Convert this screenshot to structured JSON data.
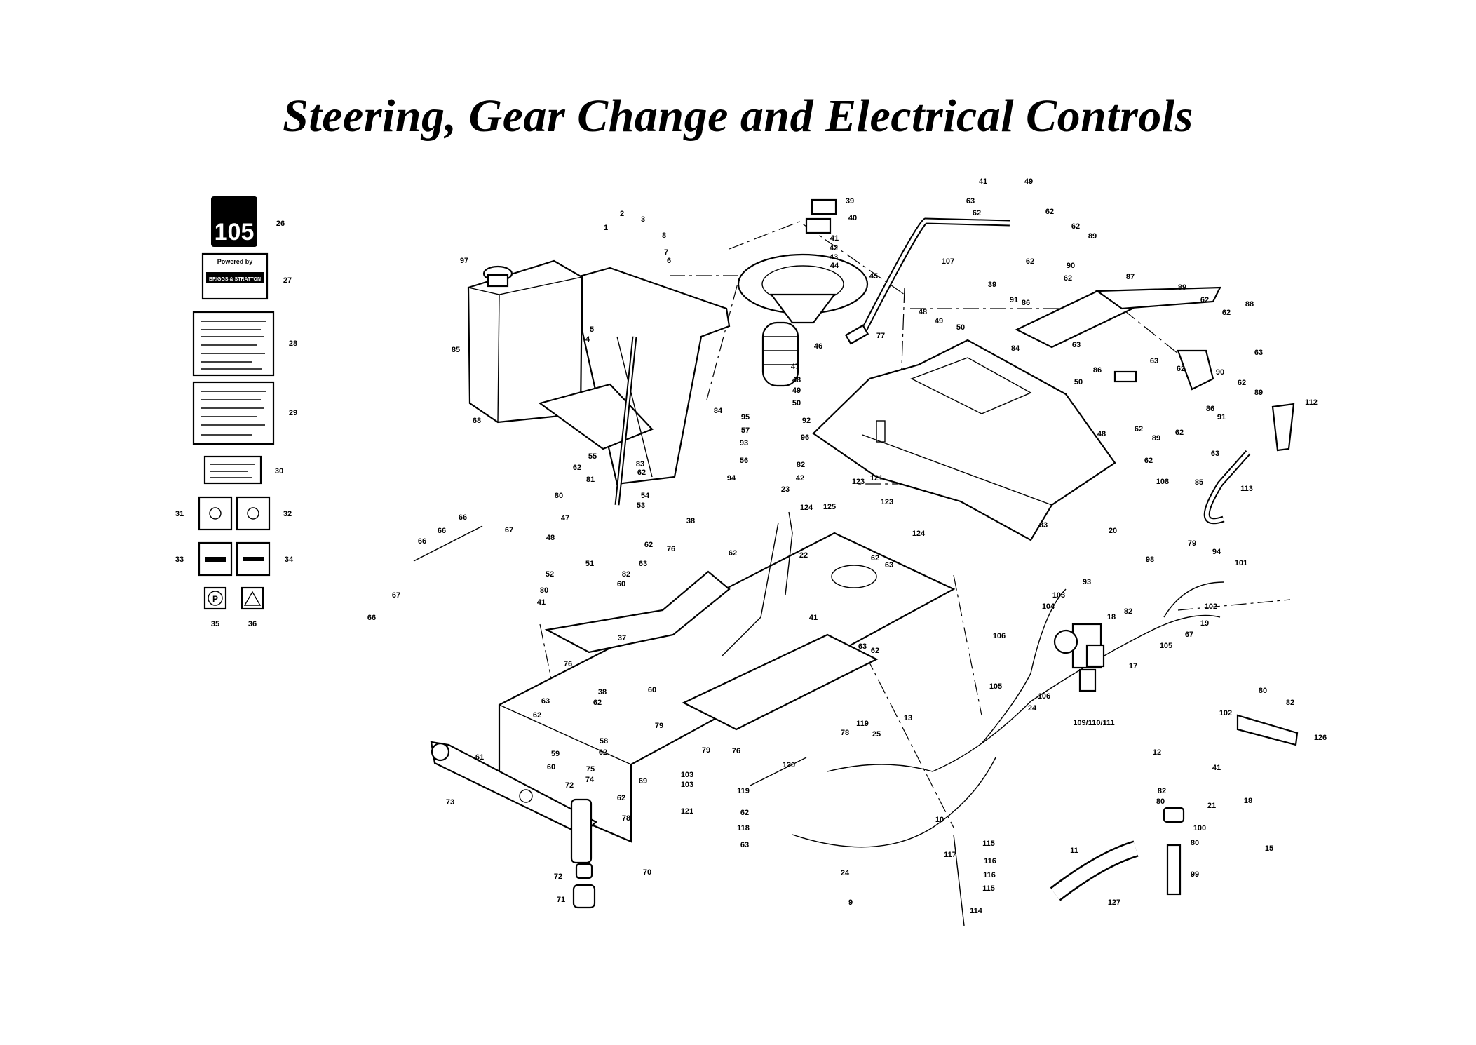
{
  "title": "Steering, Gear Change and Electrical Controls",
  "decals": {
    "model_number": "105",
    "powered_by": "Powered by",
    "brand": "BRIGGS & STRATTON",
    "parking": "P"
  },
  "callouts": [
    {
      "id": "c26",
      "text": "26"
    },
    {
      "id": "c27",
      "text": "27"
    },
    {
      "id": "c28",
      "text": "28"
    },
    {
      "id": "c29",
      "text": "29"
    },
    {
      "id": "c30",
      "text": "30"
    },
    {
      "id": "c31",
      "text": "31"
    },
    {
      "id": "c32",
      "text": "32"
    },
    {
      "id": "c33",
      "text": "33"
    },
    {
      "id": "c34",
      "text": "34"
    },
    {
      "id": "c35",
      "text": "35"
    },
    {
      "id": "c36",
      "text": "36"
    },
    {
      "id": "c97",
      "text": "97"
    },
    {
      "id": "c85a",
      "text": "85"
    },
    {
      "id": "c68",
      "text": "68"
    },
    {
      "id": "c1",
      "text": "1"
    },
    {
      "id": "c2",
      "text": "2"
    },
    {
      "id": "c3",
      "text": "3"
    },
    {
      "id": "c8",
      "text": "8"
    },
    {
      "id": "c7",
      "text": "7"
    },
    {
      "id": "c6",
      "text": "6"
    },
    {
      "id": "c5",
      "text": "5"
    },
    {
      "id": "c4",
      "text": "4"
    },
    {
      "id": "c84a",
      "text": "84"
    },
    {
      "id": "c55",
      "text": "55"
    },
    {
      "id": "c83a",
      "text": "83"
    },
    {
      "id": "c62a",
      "text": "62"
    },
    {
      "id": "c62b",
      "text": "62"
    },
    {
      "id": "c81",
      "text": "81"
    },
    {
      "id": "c80a",
      "text": "80"
    },
    {
      "id": "c54",
      "text": "54"
    },
    {
      "id": "c53",
      "text": "53"
    },
    {
      "id": "c47a",
      "text": "47"
    },
    {
      "id": "c48a",
      "text": "48"
    },
    {
      "id": "c52",
      "text": "52"
    },
    {
      "id": "c80b",
      "text": "80"
    },
    {
      "id": "c41a",
      "text": "41"
    },
    {
      "id": "c51",
      "text": "51"
    },
    {
      "id": "c82a",
      "text": "82"
    },
    {
      "id": "c60a",
      "text": "60"
    },
    {
      "id": "c62c",
      "text": "62"
    },
    {
      "id": "c63a",
      "text": "63"
    },
    {
      "id": "c67a",
      "text": "67"
    },
    {
      "id": "c66a",
      "text": "66"
    },
    {
      "id": "c66b",
      "text": "66"
    },
    {
      "id": "c66c",
      "text": "66"
    },
    {
      "id": "c67b",
      "text": "67"
    },
    {
      "id": "c66d",
      "text": "66"
    },
    {
      "id": "c38a",
      "text": "38"
    },
    {
      "id": "c76a",
      "text": "76"
    },
    {
      "id": "c62d",
      "text": "62"
    },
    {
      "id": "c37",
      "text": "37"
    },
    {
      "id": "c76b",
      "text": "76"
    },
    {
      "id": "c38b",
      "text": "38"
    },
    {
      "id": "c63b",
      "text": "63"
    },
    {
      "id": "c62e",
      "text": "62"
    },
    {
      "id": "c62f",
      "text": "62"
    },
    {
      "id": "c58",
      "text": "58"
    },
    {
      "id": "c62g",
      "text": "62"
    },
    {
      "id": "c59",
      "text": "59"
    },
    {
      "id": "c60b",
      "text": "60"
    },
    {
      "id": "c75",
      "text": "75"
    },
    {
      "id": "c74",
      "text": "74"
    },
    {
      "id": "c61",
      "text": "61"
    },
    {
      "id": "c73",
      "text": "73"
    },
    {
      "id": "c72a",
      "text": "72"
    },
    {
      "id": "c72b",
      "text": "72"
    },
    {
      "id": "c71",
      "text": "71"
    },
    {
      "id": "c69",
      "text": "69"
    },
    {
      "id": "c62h",
      "text": "62"
    },
    {
      "id": "c78a",
      "text": "78"
    },
    {
      "id": "c70",
      "text": "70"
    },
    {
      "id": "c60c",
      "text": "60"
    },
    {
      "id": "c79a",
      "text": "79"
    },
    {
      "id": "c39",
      "text": "39"
    },
    {
      "id": "c40",
      "text": "40"
    },
    {
      "id": "c41b",
      "text": "41"
    },
    {
      "id": "c42a",
      "text": "42"
    },
    {
      "id": "c43",
      "text": "43"
    },
    {
      "id": "c44",
      "text": "44"
    },
    {
      "id": "c45",
      "text": "45"
    },
    {
      "id": "c46",
      "text": "46"
    },
    {
      "id": "c47b",
      "text": "47"
    },
    {
      "id": "c48b",
      "text": "48"
    },
    {
      "id": "c49a",
      "text": "49"
    },
    {
      "id": "c50a",
      "text": "50"
    },
    {
      "id": "c95",
      "text": "95"
    },
    {
      "id": "c92",
      "text": "92"
    },
    {
      "id": "c57",
      "text": "57"
    },
    {
      "id": "c96",
      "text": "96"
    },
    {
      "id": "c93a",
      "text": "93"
    },
    {
      "id": "c56",
      "text": "56"
    },
    {
      "id": "c94a",
      "text": "94"
    },
    {
      "id": "c23",
      "text": "23"
    },
    {
      "id": "c22",
      "text": "22"
    },
    {
      "id": "c82b",
      "text": "82"
    },
    {
      "id": "c42b",
      "text": "42"
    },
    {
      "id": "c124a",
      "text": "124"
    },
    {
      "id": "c123a",
      "text": "123"
    },
    {
      "id": "c121",
      "text": "121"
    },
    {
      "id": "c125",
      "text": "125"
    },
    {
      "id": "c123b",
      "text": "123"
    },
    {
      "id": "c124b",
      "text": "124"
    },
    {
      "id": "c62i",
      "text": "62"
    },
    {
      "id": "c63c",
      "text": "63"
    },
    {
      "id": "c41c",
      "text": "41"
    },
    {
      "id": "c63d",
      "text": "63"
    },
    {
      "id": "c62j",
      "text": "62"
    },
    {
      "id": "c78b",
      "text": "78"
    },
    {
      "id": "c119a",
      "text": "119"
    },
    {
      "id": "c25",
      "text": "25"
    },
    {
      "id": "c13",
      "text": "13"
    },
    {
      "id": "c79b",
      "text": "79"
    },
    {
      "id": "c76c",
      "text": "76"
    },
    {
      "id": "c103a",
      "text": "103"
    },
    {
      "id": "c103b",
      "text": "103"
    },
    {
      "id": "c119b",
      "text": "119"
    },
    {
      "id": "c121b",
      "text": "121"
    },
    {
      "id": "c62k",
      "text": "62"
    },
    {
      "id": "c120",
      "text": "120"
    },
    {
      "id": "c118",
      "text": "118"
    },
    {
      "id": "c63e",
      "text": "63"
    },
    {
      "id": "c24a",
      "text": "24"
    },
    {
      "id": "c9",
      "text": "9"
    },
    {
      "id": "c10",
      "text": "10"
    },
    {
      "id": "c107",
      "text": "107"
    },
    {
      "id": "c77",
      "text": "77"
    },
    {
      "id": "c48c",
      "text": "48"
    },
    {
      "id": "c49b",
      "text": "49"
    },
    {
      "id": "c50b",
      "text": "50"
    },
    {
      "id": "c41d",
      "text": "41"
    },
    {
      "id": "c49c",
      "text": "49"
    },
    {
      "id": "c63f",
      "text": "63"
    },
    {
      "id": "c62l",
      "text": "62"
    },
    {
      "id": "c62m",
      "text": "62"
    },
    {
      "id": "c62n",
      "text": "62"
    },
    {
      "id": "c89a",
      "text": "89"
    },
    {
      "id": "c62o",
      "text": "62"
    },
    {
      "id": "c39b",
      "text": "39"
    },
    {
      "id": "c90a",
      "text": "90"
    },
    {
      "id": "c62p",
      "text": "62"
    },
    {
      "id": "c91a",
      "text": "91"
    },
    {
      "id": "c86a",
      "text": "86"
    },
    {
      "id": "c87",
      "text": "87"
    },
    {
      "id": "c89b",
      "text": "89"
    },
    {
      "id": "c62q",
      "text": "62"
    },
    {
      "id": "c62r",
      "text": "62"
    },
    {
      "id": "c88",
      "text": "88"
    },
    {
      "id": "c84b",
      "text": "84"
    },
    {
      "id": "c63g",
      "text": "63"
    },
    {
      "id": "c63h",
      "text": "63"
    },
    {
      "id": "c62s",
      "text": "62"
    },
    {
      "id": "c63i",
      "text": "63"
    },
    {
      "id": "c90b",
      "text": "90"
    },
    {
      "id": "c86b",
      "text": "86"
    },
    {
      "id": "c91b",
      "text": "91"
    },
    {
      "id": "c62t",
      "text": "62"
    },
    {
      "id": "c89c",
      "text": "89"
    },
    {
      "id": "c112",
      "text": "112"
    },
    {
      "id": "c50c",
      "text": "50"
    },
    {
      "id": "c86c",
      "text": "86"
    },
    {
      "id": "c48d",
      "text": "48"
    },
    {
      "id": "c62u",
      "text": "62"
    },
    {
      "id": "c89d",
      "text": "89"
    },
    {
      "id": "c62v",
      "text": "62"
    },
    {
      "id": "c63j",
      "text": "63"
    },
    {
      "id": "c62w",
      "text": "62"
    },
    {
      "id": "c108",
      "text": "108"
    },
    {
      "id": "c85b",
      "text": "85"
    },
    {
      "id": "c113",
      "text": "113"
    },
    {
      "id": "c83b",
      "text": "83"
    },
    {
      "id": "c20",
      "text": "20"
    },
    {
      "id": "c79c",
      "text": "79"
    },
    {
      "id": "c94b",
      "text": "94"
    },
    {
      "id": "c98",
      "text": "98"
    },
    {
      "id": "c101",
      "text": "101"
    },
    {
      "id": "c102a",
      "text": "102"
    },
    {
      "id": "c93b",
      "text": "93"
    },
    {
      "id": "c103c",
      "text": "103"
    },
    {
      "id": "c104",
      "text": "104"
    },
    {
      "id": "c18a",
      "text": "18"
    },
    {
      "id": "c82c",
      "text": "82"
    },
    {
      "id": "c19",
      "text": "19"
    },
    {
      "id": "c67c",
      "text": "67"
    },
    {
      "id": "c105a",
      "text": "105"
    },
    {
      "id": "c106a",
      "text": "106"
    },
    {
      "id": "c17",
      "text": "17"
    },
    {
      "id": "c105b",
      "text": "105"
    },
    {
      "id": "c106b",
      "text": "106"
    },
    {
      "id": "c24b",
      "text": "24"
    },
    {
      "id": "c109",
      "text": "109/110/111"
    },
    {
      "id": "c12",
      "text": "12"
    },
    {
      "id": "c80c",
      "text": "80"
    },
    {
      "id": "c82d",
      "text": "82"
    },
    {
      "id": "c102b",
      "text": "102"
    },
    {
      "id": "c41e",
      "text": "41"
    },
    {
      "id": "c126",
      "text": "126"
    },
    {
      "id": "c82e",
      "text": "82"
    },
    {
      "id": "c80d",
      "text": "80"
    },
    {
      "id": "c21",
      "text": "21"
    },
    {
      "id": "c18b",
      "text": "18"
    },
    {
      "id": "c100",
      "text": "100"
    },
    {
      "id": "c80e",
      "text": "80"
    },
    {
      "id": "c15",
      "text": "15"
    },
    {
      "id": "c99",
      "text": "99"
    },
    {
      "id": "c11",
      "text": "11"
    },
    {
      "id": "c127",
      "text": "127"
    },
    {
      "id": "c115a",
      "text": "115"
    },
    {
      "id": "c117",
      "text": "117"
    },
    {
      "id": "c116a",
      "text": "116"
    },
    {
      "id": "c116b",
      "text": "116"
    },
    {
      "id": "c115b",
      "text": "115"
    },
    {
      "id": "c114",
      "text": "114"
    }
  ]
}
